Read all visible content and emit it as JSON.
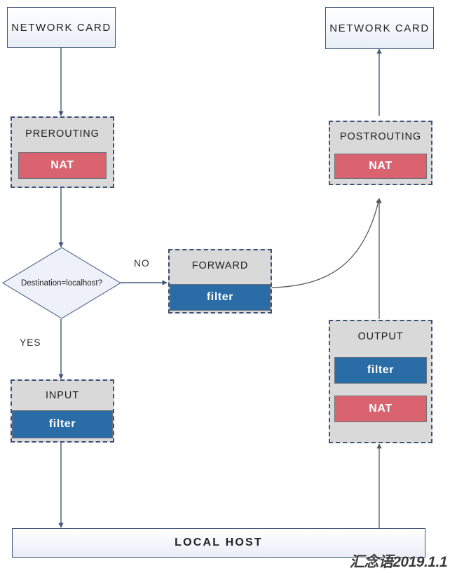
{
  "diagram": {
    "title": "iptables packet flow",
    "colors": {
      "nat_chip": "#d9646f",
      "filter_chip": "#2a6ca6",
      "chain_fill": "#d9d9d9",
      "chain_border": "#3a5075",
      "terminal_border": "#3a5075",
      "arrow_blue": "#44577a",
      "arrow_gray": "#595959"
    },
    "nodes": {
      "network_card_in": {
        "label": "NETWORK CARD"
      },
      "network_card_out": {
        "label": "NETWORK  CARD"
      },
      "prerouting": {
        "title": "PREROUTING",
        "tables": [
          "NAT"
        ]
      },
      "postrouting": {
        "title": "POSTROUTING",
        "tables": [
          "NAT"
        ]
      },
      "forward": {
        "title": "FORWARD",
        "tables": [
          "filter"
        ]
      },
      "input": {
        "title": "INPUT",
        "tables": [
          "filter"
        ]
      },
      "output": {
        "title": "OUTPUT",
        "tables": [
          "filter",
          "NAT"
        ]
      },
      "decision": {
        "label": "Destination=localhost?"
      },
      "local_host": {
        "label": "LOCAL HOST"
      }
    },
    "edge_labels": {
      "no": "NO",
      "yes": "YES"
    },
    "watermark": "汇念语2019.1.1"
  }
}
